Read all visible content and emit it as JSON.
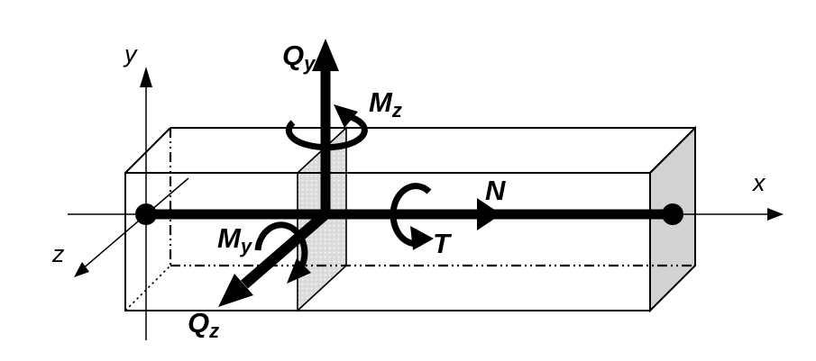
{
  "figure": {
    "axis_labels": {
      "x": "x",
      "y": "y",
      "z": "z"
    },
    "force_labels": {
      "shear_y": {
        "main": "Q",
        "sub": "y"
      },
      "moment_z": {
        "main": "M",
        "sub": "z"
      },
      "normal": {
        "main": "N"
      },
      "torsion": {
        "main": "T"
      },
      "moment_y": {
        "main": "M",
        "sub": "y"
      },
      "shear_z": {
        "main": "Q",
        "sub": "z"
      }
    },
    "colors": {
      "stroke": "#000000",
      "end_face_fill": "#d2d2d2",
      "section_fill": "#dcdcdc",
      "background": "#ffffff"
    }
  }
}
